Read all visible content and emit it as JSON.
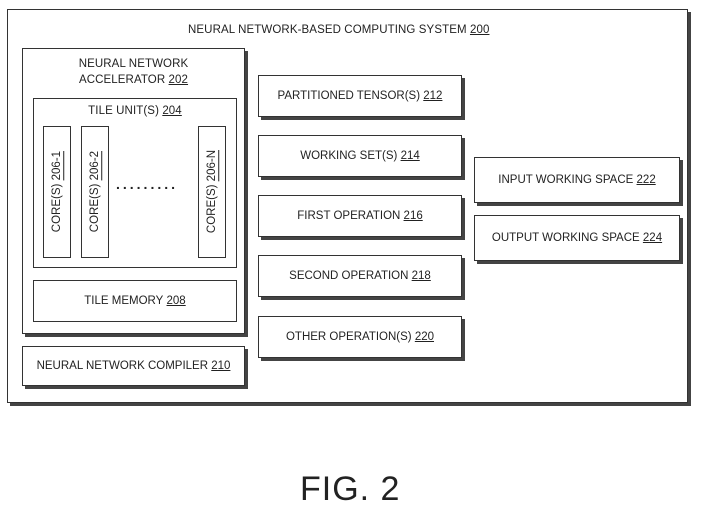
{
  "system": {
    "title": "NEURAL NETWORK-BASED COMPUTING SYSTEM",
    "ref": "200"
  },
  "accelerator": {
    "title_line1": "NEURAL NETWORK",
    "title_line2": "ACCELERATOR",
    "ref": "202"
  },
  "tile_unit": {
    "title": "TILE UNIT(S)",
    "ref": "204"
  },
  "cores": [
    {
      "label": "CORE(S)",
      "ref": "206-1"
    },
    {
      "label": "CORE(S)",
      "ref": "206-2"
    },
    {
      "label": "CORE(S)",
      "ref": "206-N"
    }
  ],
  "core_ellipsis": ".........",
  "tile_memory": {
    "label": "TILE MEMORY",
    "ref": "208"
  },
  "compiler": {
    "label": "NEURAL NETWORK COMPILER",
    "ref": "210"
  },
  "middle_boxes": [
    {
      "label": "PARTITIONED TENSOR(S)",
      "ref": "212"
    },
    {
      "label": "WORKING SET(S)",
      "ref": "214"
    },
    {
      "label": "FIRST OPERATION",
      "ref": "216"
    },
    {
      "label": "SECOND OPERATION",
      "ref": "218"
    },
    {
      "label": "OTHER OPERATION(S)",
      "ref": "220"
    }
  ],
  "right_boxes": [
    {
      "label": "INPUT WORKING SPACE",
      "ref": "222"
    },
    {
      "label": "OUTPUT WORKING SPACE",
      "ref": "224"
    }
  ],
  "figure_caption": "FIG. 2"
}
